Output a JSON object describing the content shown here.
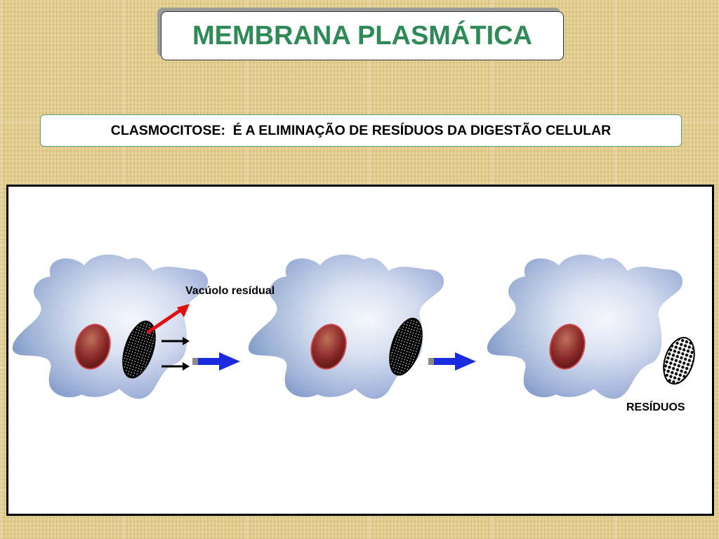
{
  "slide": {
    "title": "MEMBRANA PLASMÁTICA",
    "subtitle": "CLASMOCITOSE:  É A ELIMINAÇÃO DE RESÍDUOS DA DIGESTÃO CELULAR"
  },
  "diagram": {
    "label_vacuole": "Vacúolo resídual",
    "label_residues": "RESÍDUOS",
    "colors": {
      "cell_fill": "#c9d6ea",
      "nucleus": "#8b2a2a",
      "vacuole": "#000000",
      "red_arrow": "#e01010",
      "blue_arrow": "#1a2be0"
    }
  }
}
